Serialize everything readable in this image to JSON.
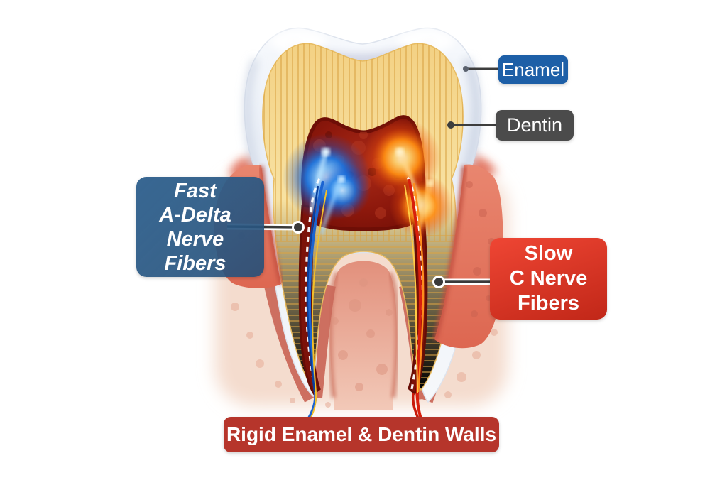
{
  "diagram": {
    "labels": {
      "enamel": {
        "text": "Enamel",
        "color": "#1d5fa7"
      },
      "dentin": {
        "text": "Dentin",
        "color": "#4b4b4b"
      },
      "fast": {
        "line1": "Fast",
        "line2": "A-Delta",
        "line3": "Nerve",
        "line4": "Fibers",
        "color": "#2e5f8c"
      },
      "slow": {
        "line1": "Slow",
        "line2": "C Nerve",
        "line3": "Fibers",
        "color": "#e03425"
      },
      "walls": {
        "text": "Rigid Enamel & Dentin Walls",
        "color": "#b6352b"
      }
    },
    "leader_line_color": "#3a3a3a",
    "anatomy_colors": {
      "enamel_layer": "#edf1f8",
      "dentin_layer": "#f6dd9a",
      "pulp": "#8d180c",
      "fast_fiber_glow": "#1e7ae4",
      "slow_fiber_glow": "#ff8d12",
      "gum": "#df7560",
      "bone": "#f4dcce"
    }
  }
}
